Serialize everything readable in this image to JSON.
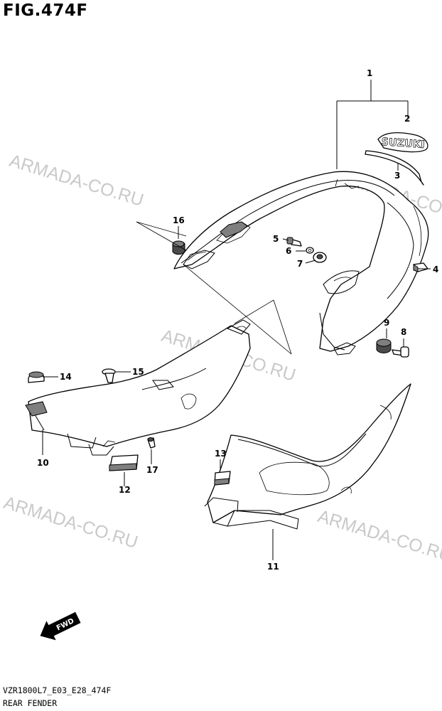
{
  "figure_title": "FIG.474F",
  "footer_code": "VZR1800L7_E03_E28_474F",
  "footer_name": "REAR FENDER",
  "watermark": "ARMADA-CO.RU",
  "badge_text": "SUZUKI",
  "fwd_label": "FWD",
  "callouts": {
    "c1": "1",
    "c2": "2",
    "c3": "3",
    "c4": "4",
    "c5": "5",
    "c6": "6",
    "c7": "7",
    "c8": "8",
    "c9": "9",
    "c10": "10",
    "c11": "11",
    "c12": "12",
    "c13": "13",
    "c14": "14",
    "c15": "15",
    "c16": "16",
    "c17": "17"
  },
  "colors": {
    "line": "#000000",
    "shading": "#7f7f7f",
    "watermark": "#c9c9c9"
  }
}
